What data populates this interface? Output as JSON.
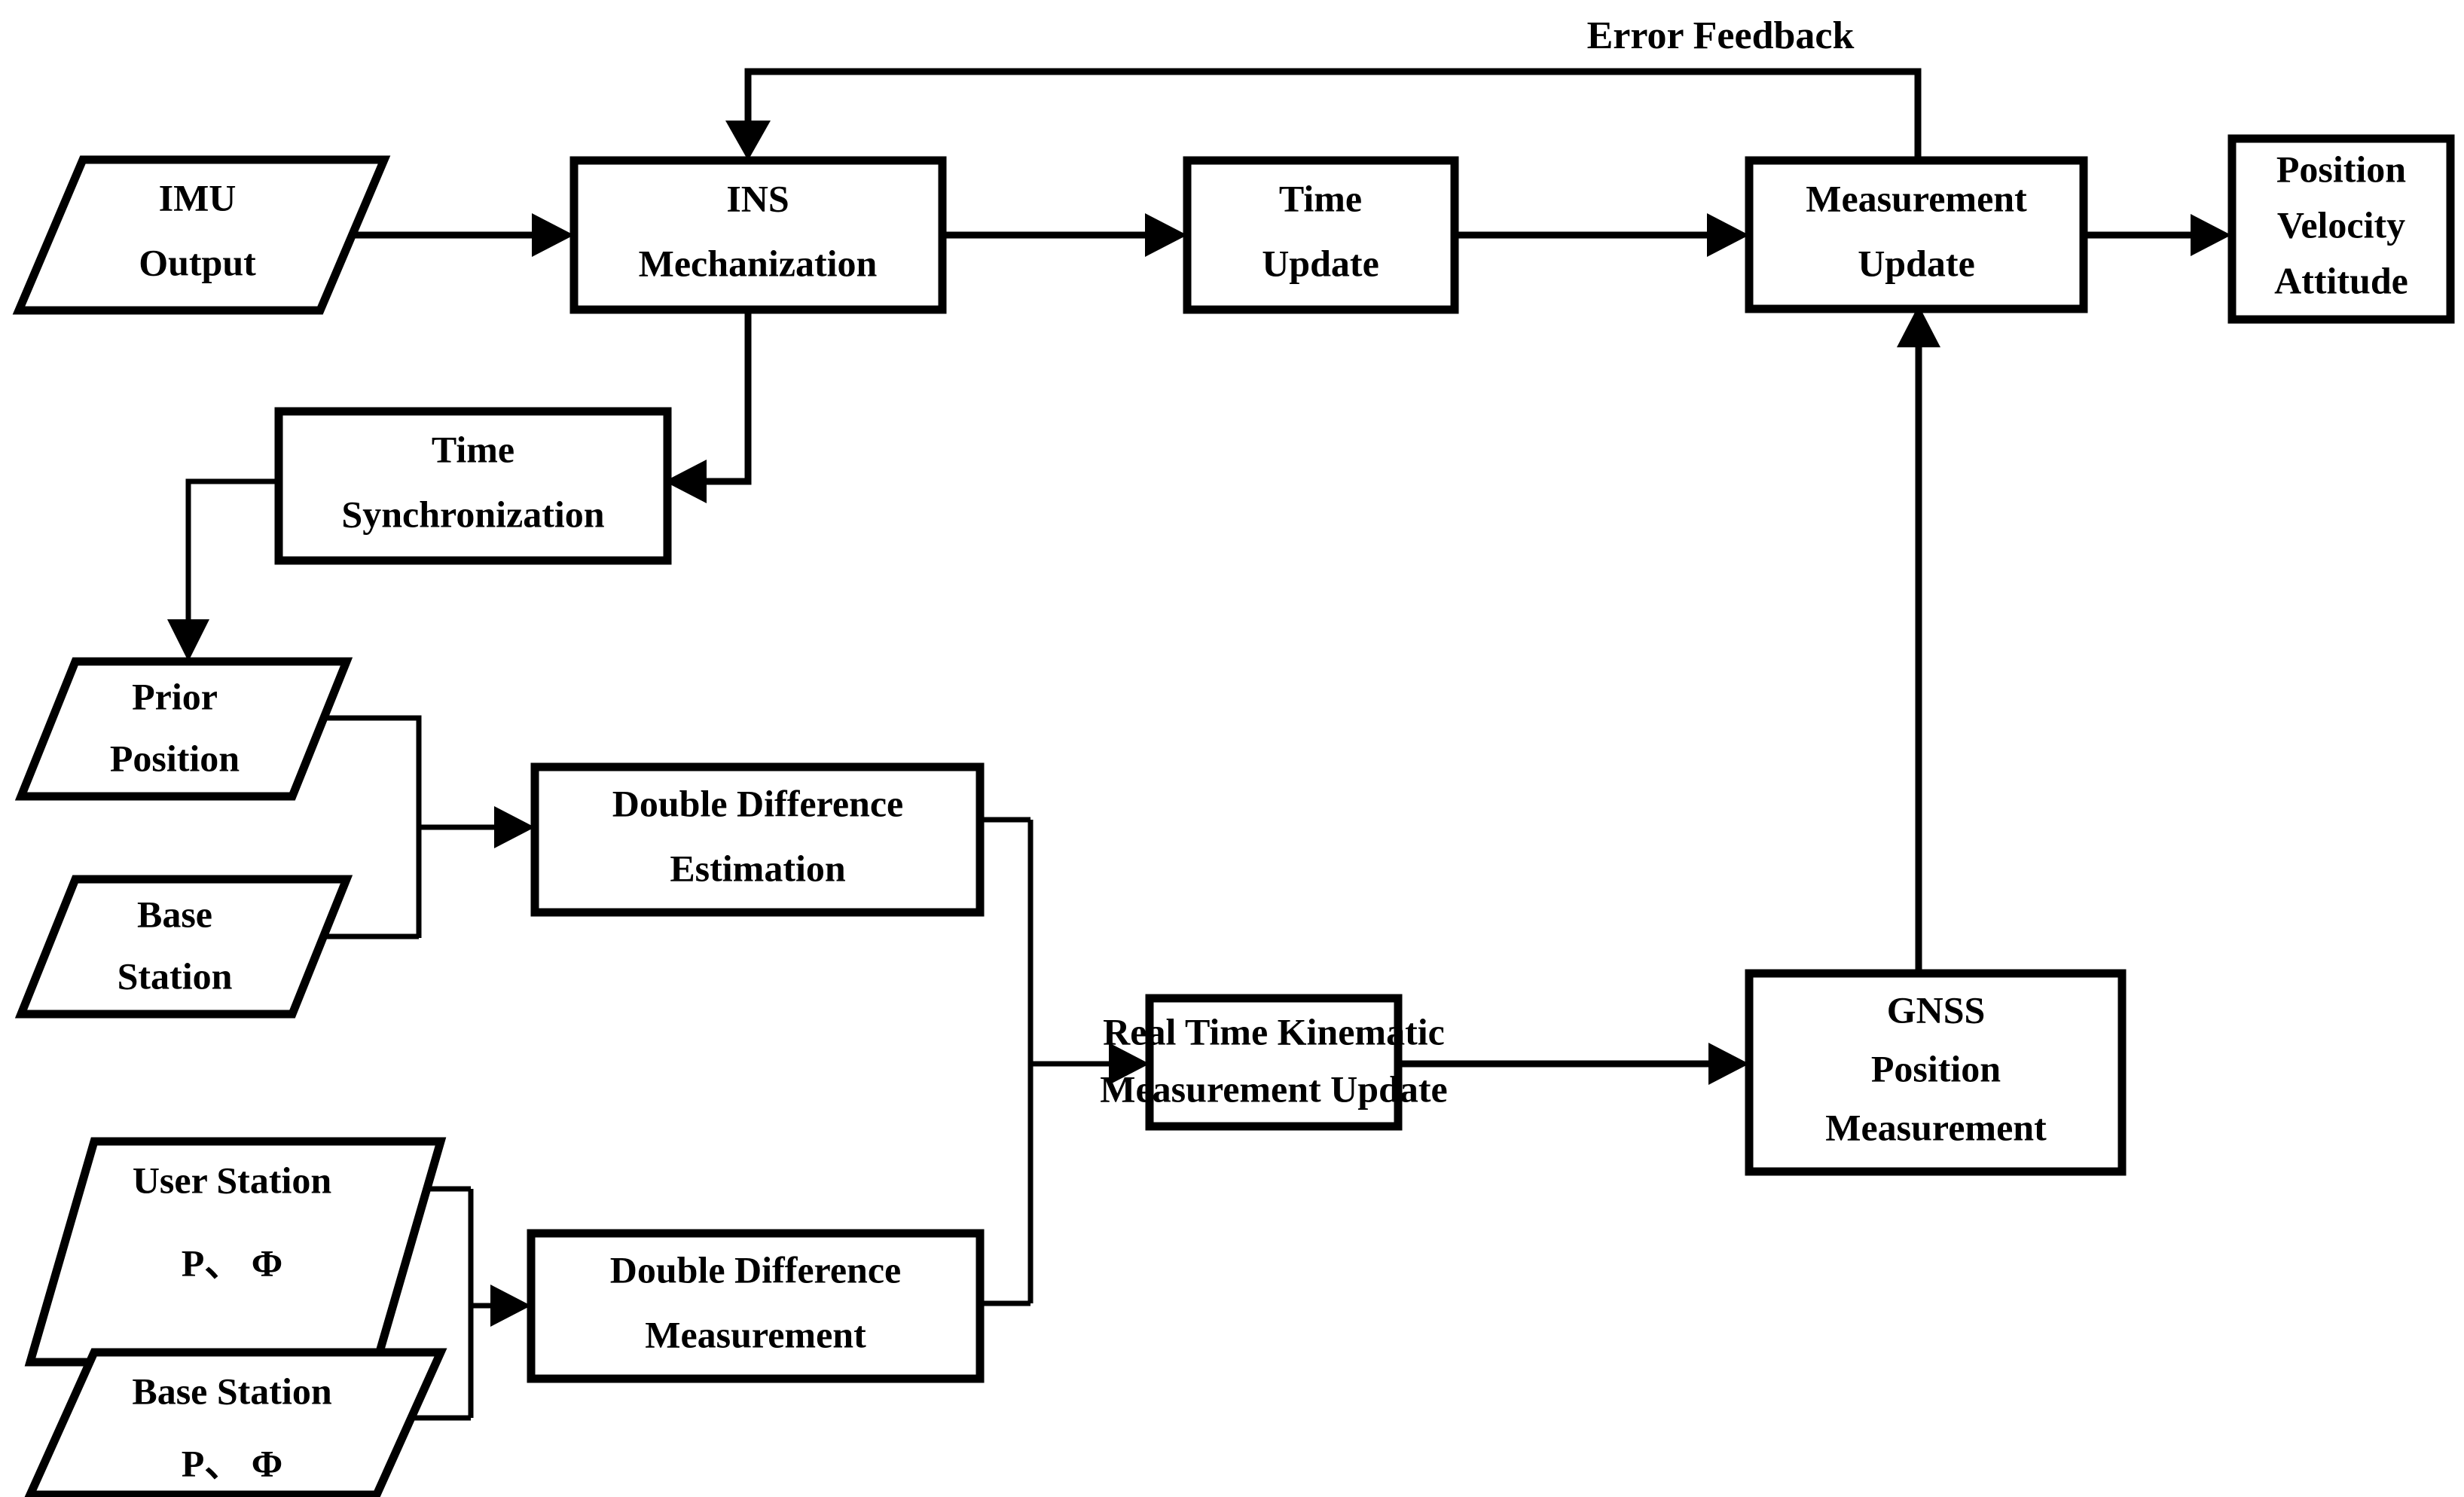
{
  "diagram": {
    "title": "GNSS/INS RTK Tightly Coupled Integration Flowchart",
    "background_color": "#ffffff",
    "line_color": "#000000",
    "nodes": {
      "imu_output": {
        "label_line1": "IMU",
        "label_line2": "Output",
        "shape": "parallelogram"
      },
      "ins_mechanization": {
        "label_line1": "INS",
        "label_line2": "Mechanization",
        "shape": "rectangle"
      },
      "time_update": {
        "label_line1": "Time",
        "label_line2": "Update",
        "shape": "rectangle"
      },
      "measurement_update": {
        "label_line1": "Measurement",
        "label_line2": "Update",
        "shape": "rectangle"
      },
      "position_velocity_attitude": {
        "label_line1": "Position",
        "label_line2": "Velocity",
        "label_line3": "Attitude",
        "shape": "rectangle"
      },
      "time_synchronization": {
        "label_line1": "Time",
        "label_line2": "Synchronization",
        "shape": "rectangle"
      },
      "prior_position": {
        "label_line1": "Prior",
        "label_line2": "Position",
        "shape": "parallelogram"
      },
      "base_station_coord": {
        "label_line1": "Base",
        "label_line2": "Station",
        "shape": "parallelogram"
      },
      "double_difference_estimation": {
        "label_line1": "Double Difference",
        "label_line2": "Estimation",
        "shape": "rectangle"
      },
      "user_station_obs": {
        "label_line1": "User Station",
        "label_line2": "P、 Φ",
        "shape": "parallelogram"
      },
      "base_station_obs": {
        "label_line1": "Base Station",
        "label_line2": "P、 Φ",
        "shape": "parallelogram"
      },
      "double_difference_measurement": {
        "label_line1": "Double Difference",
        "label_line2": "Measurement",
        "shape": "rectangle"
      },
      "rtk_measurement_update": {
        "label_line1": "Real Time Kinematic",
        "label_line2": "Measurement Update",
        "shape": "rectangle"
      },
      "gnss_position_measurement": {
        "label_line1": "GNSS",
        "label_line2": "Position",
        "label_line3": "Measurement",
        "shape": "rectangle"
      }
    },
    "edges": {
      "error_feedback": {
        "label": "Error Feedback"
      }
    }
  }
}
